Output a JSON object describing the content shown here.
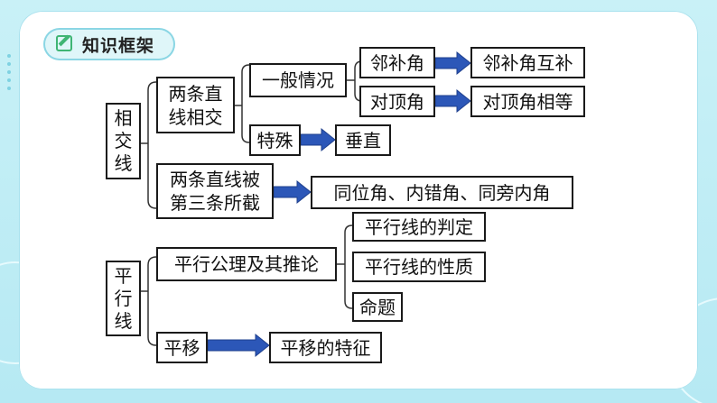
{
  "header": {
    "title": "知识框架",
    "icon": "pencil-note-icon"
  },
  "colors": {
    "background": "#bfeef6",
    "accent": "#3fb574",
    "arrow": "#2c57b8",
    "line": "#333333"
  },
  "diagram": {
    "root_intersect": "相交线",
    "two_lines_intersect": "两条直线相交",
    "general_case": "一般情况",
    "adjacent_supp_angle": "邻补角",
    "adjacent_supp_mutual": "邻补角互补",
    "vertical_angle": "对顶角",
    "vertical_equal": "对顶角相等",
    "special": "特殊",
    "perpendicular": "垂直",
    "two_lines_cut_by_third": "两条直线被第三条所截",
    "angle_types": "同位角、内错角、同旁内角",
    "root_parallel": "平行线",
    "parallel_axiom": "平行公理及其推论",
    "parallel_judge": "平行线的判定",
    "parallel_props": "平行线的性质",
    "proposition": "命题",
    "translation": "平移",
    "translation_features": "平移的特征"
  }
}
